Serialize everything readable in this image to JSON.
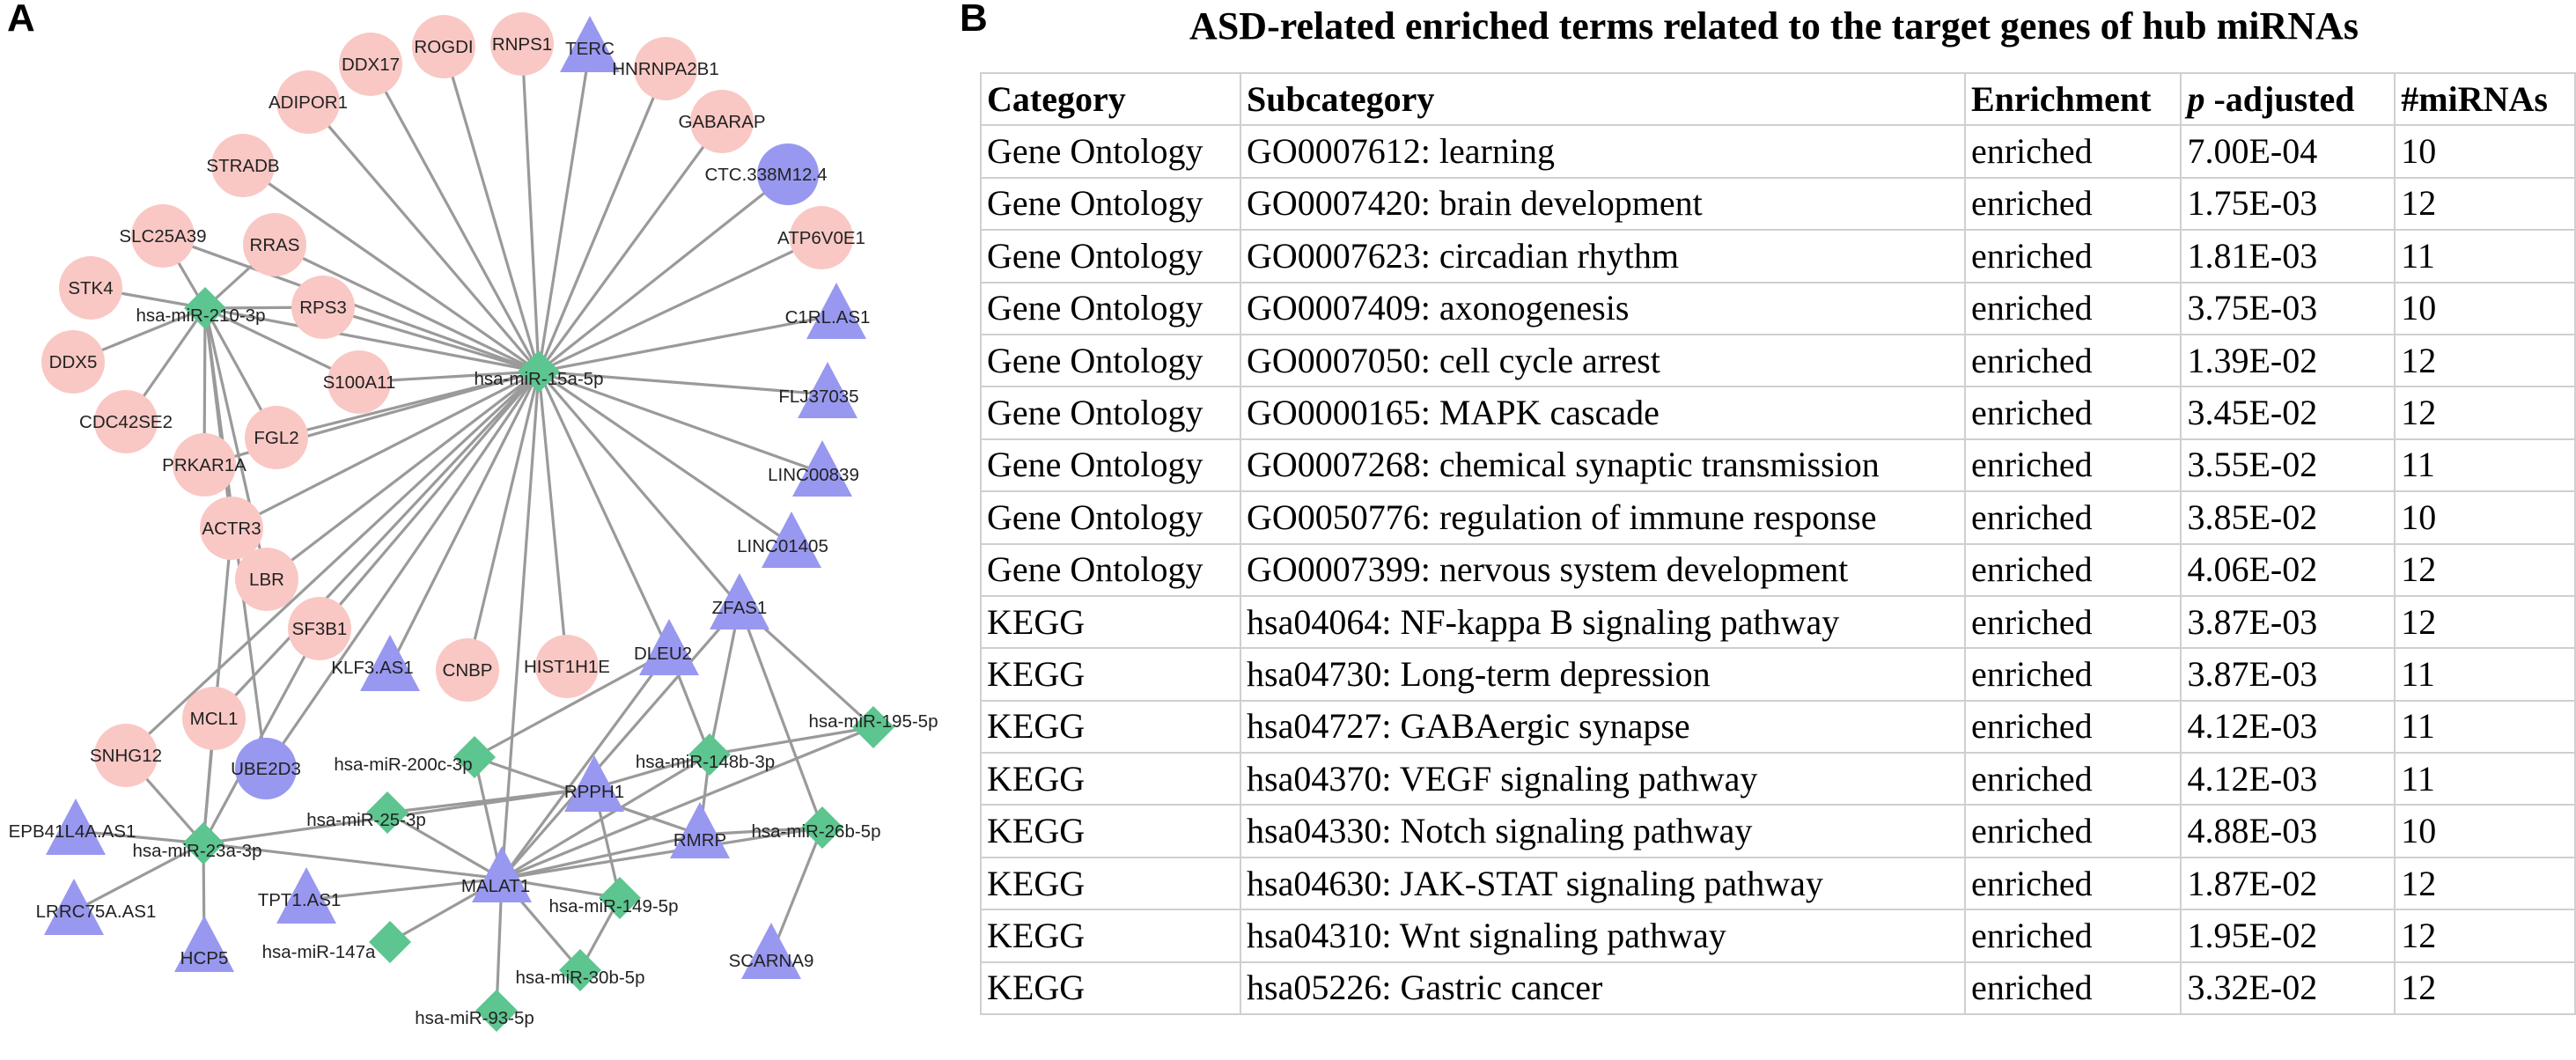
{
  "panel_a": {
    "letter": "A"
  },
  "panel_b": {
    "letter": "B",
    "title": "ASD-related enriched terms related to the target genes of hub miRNAs"
  },
  "colors": {
    "mrna": "#f9c8c4",
    "lncrna": "#9898f0",
    "mirna": "#5dc58f",
    "edge": "#9a9a9a"
  },
  "network": {
    "nodes": [
      {
        "id": "DDX17",
        "shape": "circle",
        "color": "mrna",
        "label": "DDX17"
      },
      {
        "id": "ROGDI",
        "shape": "circle",
        "color": "mrna",
        "label": "ROGDI"
      },
      {
        "id": "RNPS1",
        "shape": "circle",
        "color": "mrna",
        "label": "RNPS1"
      },
      {
        "id": "TERC",
        "shape": "triangle",
        "color": "lncrna",
        "label": "TERC"
      },
      {
        "id": "HNRNPA2B1",
        "shape": "circle",
        "color": "mrna",
        "label": "HNRNPA2B1"
      },
      {
        "id": "ADIPOR1",
        "shape": "circle",
        "color": "mrna",
        "label": "ADIPOR1"
      },
      {
        "id": "GABARAP",
        "shape": "circle",
        "color": "mrna",
        "label": "GABARAP"
      },
      {
        "id": "CTC338M12.4",
        "shape": "circle",
        "color": "lncrna",
        "label": "CTC.338M12.4"
      },
      {
        "id": "STRADB",
        "shape": "circle",
        "color": "mrna",
        "label": "STRADB"
      },
      {
        "id": "ATP6V0E1",
        "shape": "circle",
        "color": "mrna",
        "label": "ATP6V0E1"
      },
      {
        "id": "SLC25A39",
        "shape": "circle",
        "color": "mrna",
        "label": "SLC25A39"
      },
      {
        "id": "RRAS",
        "shape": "circle",
        "color": "mrna",
        "label": "RRAS"
      },
      {
        "id": "STK4",
        "shape": "circle",
        "color": "mrna",
        "label": "STK4"
      },
      {
        "id": "RPS3",
        "shape": "circle",
        "color": "mrna",
        "label": "RPS3"
      },
      {
        "id": "C1RLAS1",
        "shape": "triangle",
        "color": "lncrna",
        "label": "C1RL.AS1"
      },
      {
        "id": "miR210",
        "shape": "diamond",
        "color": "mirna",
        "label": "hsa-miR-210-3p"
      },
      {
        "id": "miR15a",
        "shape": "diamond",
        "color": "mirna",
        "label": "hsa-miR-15a-5p"
      },
      {
        "id": "DDX5",
        "shape": "circle",
        "color": "mrna",
        "label": "DDX5"
      },
      {
        "id": "S100A11",
        "shape": "circle",
        "color": "mrna",
        "label": "S100A11"
      },
      {
        "id": "FLJ37035",
        "shape": "triangle",
        "color": "lncrna",
        "label": "FLJ37035"
      },
      {
        "id": "CDC42SE2",
        "shape": "circle",
        "color": "mrna",
        "label": "CDC42SE2"
      },
      {
        "id": "FGL2",
        "shape": "circle",
        "color": "mrna",
        "label": "FGL2"
      },
      {
        "id": "PRKAR1A",
        "shape": "circle",
        "color": "mrna",
        "label": "PRKAR1A"
      },
      {
        "id": "LINC00839",
        "shape": "triangle",
        "color": "lncrna",
        "label": "LINC00839"
      },
      {
        "id": "ACTR3",
        "shape": "circle",
        "color": "mrna",
        "label": "ACTR3"
      },
      {
        "id": "LINC01405",
        "shape": "triangle",
        "color": "lncrna",
        "label": "LINC01405"
      },
      {
        "id": "LBR",
        "shape": "circle",
        "color": "mrna",
        "label": "LBR"
      },
      {
        "id": "ZFAS1",
        "shape": "triangle",
        "color": "lncrna",
        "label": "ZFAS1"
      },
      {
        "id": "SF3B1",
        "shape": "circle",
        "color": "mrna",
        "label": "SF3B1"
      },
      {
        "id": "KLF3AS1",
        "shape": "triangle",
        "color": "lncrna",
        "label": "KLF3.AS1"
      },
      {
        "id": "CNBP",
        "shape": "circle",
        "color": "mrna",
        "label": "CNBP"
      },
      {
        "id": "HIST1H1E",
        "shape": "circle",
        "color": "mrna",
        "label": "HIST1H1E"
      },
      {
        "id": "DLEU2",
        "shape": "triangle",
        "color": "lncrna",
        "label": "DLEU2"
      },
      {
        "id": "MCL1",
        "shape": "circle",
        "color": "mrna",
        "label": "MCL1"
      },
      {
        "id": "SNHG12",
        "shape": "circle",
        "color": "mrna",
        "label": "SNHG12"
      },
      {
        "id": "UBE2D3",
        "shape": "circle",
        "color": "lncrna",
        "label": "UBE2D3"
      },
      {
        "id": "miR200c",
        "shape": "diamond",
        "color": "mirna",
        "label": "hsa-miR-200c-3p"
      },
      {
        "id": "miR148b",
        "shape": "diamond",
        "color": "mirna",
        "label": "hsa-miR-148b-3p"
      },
      {
        "id": "miR195",
        "shape": "diamond",
        "color": "mirna",
        "label": "hsa-miR-195-5p"
      },
      {
        "id": "RPPH1",
        "shape": "triangle",
        "color": "lncrna",
        "label": "RPPH1"
      },
      {
        "id": "miR25",
        "shape": "diamond",
        "color": "mirna",
        "label": "hsa-miR-25-3p"
      },
      {
        "id": "EPB41L4AAS1",
        "shape": "triangle",
        "color": "lncrna",
        "label": "EPB41L4A.AS1"
      },
      {
        "id": "miR26b",
        "shape": "diamond",
        "color": "mirna",
        "label": "hsa-miR-26b-5p"
      },
      {
        "id": "miR23a",
        "shape": "diamond",
        "color": "mirna",
        "label": "hsa-miR-23a-3p"
      },
      {
        "id": "RMRP",
        "shape": "triangle",
        "color": "lncrna",
        "label": "RMRP"
      },
      {
        "id": "MALAT1",
        "shape": "triangle",
        "color": "lncrna",
        "label": "MALAT1"
      },
      {
        "id": "LRRC75AAS1",
        "shape": "triangle",
        "color": "lncrna",
        "label": "LRRC75A.AS1"
      },
      {
        "id": "TPT1AS1",
        "shape": "triangle",
        "color": "lncrna",
        "label": "TPT1.AS1"
      },
      {
        "id": "miR149",
        "shape": "diamond",
        "color": "mirna",
        "label": "hsa-miR-149-5p"
      },
      {
        "id": "HCP5",
        "shape": "triangle",
        "color": "lncrna",
        "label": "HCP5"
      },
      {
        "id": "miR147a",
        "shape": "diamond",
        "color": "mirna",
        "label": "hsa-miR-147a"
      },
      {
        "id": "SCARNA9",
        "shape": "triangle",
        "color": "lncrna",
        "label": "SCARNA9"
      },
      {
        "id": "miR30b",
        "shape": "diamond",
        "color": "mirna",
        "label": "hsa-miR-30b-5p"
      },
      {
        "id": "miR93",
        "shape": "diamond",
        "color": "mirna",
        "label": "hsa-miR-93-5p"
      }
    ],
    "edges": [
      [
        "miR15a",
        "DDX17"
      ],
      [
        "miR15a",
        "ROGDI"
      ],
      [
        "miR15a",
        "RNPS1"
      ],
      [
        "miR15a",
        "TERC"
      ],
      [
        "miR15a",
        "HNRNPA2B1"
      ],
      [
        "miR15a",
        "ADIPOR1"
      ],
      [
        "miR15a",
        "GABARAP"
      ],
      [
        "miR15a",
        "CTC338M12.4"
      ],
      [
        "miR15a",
        "STRADB"
      ],
      [
        "miR15a",
        "ATP6V0E1"
      ],
      [
        "miR15a",
        "SLC25A39"
      ],
      [
        "miR15a",
        "RRAS"
      ],
      [
        "miR15a",
        "RPS3"
      ],
      [
        "miR15a",
        "C1RLAS1"
      ],
      [
        "miR15a",
        "miR210"
      ],
      [
        "miR15a",
        "S100A11"
      ],
      [
        "miR15a",
        "FLJ37035"
      ],
      [
        "miR15a",
        "FGL2"
      ],
      [
        "miR15a",
        "PRKAR1A"
      ],
      [
        "miR15a",
        "LINC00839"
      ],
      [
        "miR15a",
        "ACTR3"
      ],
      [
        "miR15a",
        "LINC01405"
      ],
      [
        "miR15a",
        "LBR"
      ],
      [
        "miR15a",
        "ZFAS1"
      ],
      [
        "miR15a",
        "SF3B1"
      ],
      [
        "miR15a",
        "KLF3AS1"
      ],
      [
        "miR15a",
        "CNBP"
      ],
      [
        "miR15a",
        "HIST1H1E"
      ],
      [
        "miR15a",
        "DLEU2"
      ],
      [
        "miR15a",
        "MCL1"
      ],
      [
        "miR15a",
        "SNHG12"
      ],
      [
        "miR15a",
        "UBE2D3"
      ],
      [
        "miR15a",
        "MALAT1"
      ],
      [
        "miR210",
        "SLC25A39"
      ],
      [
        "miR210",
        "RRAS"
      ],
      [
        "miR210",
        "STK4"
      ],
      [
        "miR210",
        "RPS3"
      ],
      [
        "miR210",
        "DDX5"
      ],
      [
        "miR210",
        "S100A11"
      ],
      [
        "miR210",
        "CDC42SE2"
      ],
      [
        "miR210",
        "FGL2"
      ],
      [
        "miR210",
        "PRKAR1A"
      ],
      [
        "miR210",
        "ACTR3"
      ],
      [
        "miR210",
        "LBR"
      ],
      [
        "miR210",
        "UBE2D3"
      ],
      [
        "miR23a",
        "EPB41L4AAS1"
      ],
      [
        "miR23a",
        "LRRC75AAS1"
      ],
      [
        "miR23a",
        "HCP5"
      ],
      [
        "miR23a",
        "MALAT1"
      ],
      [
        "miR23a",
        "SNHG12"
      ],
      [
        "miR23a",
        "MCL1"
      ],
      [
        "miR23a",
        "SF3B1"
      ],
      [
        "miR23a",
        "RPPH1"
      ],
      [
        "miR23a",
        "ACTR3"
      ],
      [
        "MALAT1",
        "miR200c"
      ],
      [
        "MALAT1",
        "miR25"
      ],
      [
        "MALAT1",
        "miR148b"
      ],
      [
        "MALAT1",
        "miR195"
      ],
      [
        "MALAT1",
        "miR26b"
      ],
      [
        "MALAT1",
        "miR149"
      ],
      [
        "MALAT1",
        "miR147a"
      ],
      [
        "MALAT1",
        "miR30b"
      ],
      [
        "MALAT1",
        "miR93"
      ],
      [
        "MALAT1",
        "TPT1AS1"
      ],
      [
        "MALAT1",
        "RMRP"
      ],
      [
        "MALAT1",
        "DLEU2"
      ],
      [
        "MALAT1",
        "ZFAS1"
      ],
      [
        "ZFAS1",
        "miR148b"
      ],
      [
        "ZFAS1",
        "miR26b"
      ],
      [
        "ZFAS1",
        "miR195"
      ],
      [
        "DLEU2",
        "miR148b"
      ],
      [
        "DLEU2",
        "miR200c"
      ],
      [
        "miR148b",
        "RPPH1"
      ],
      [
        "miR148b",
        "RMRP"
      ],
      [
        "miR148b",
        "miR195"
      ],
      [
        "miR26b",
        "RMRP"
      ],
      [
        "miR26b",
        "SCARNA9"
      ],
      [
        "miR200c",
        "RMRP"
      ],
      [
        "RPPH1",
        "miR149"
      ],
      [
        "RPPH1",
        "miR25"
      ],
      [
        "miR149",
        "miR30b"
      ]
    ]
  },
  "table": {
    "headers": [
      "Category",
      "Subcategory",
      "Enrichment",
      "p",
      " -adjusted",
      "#miRNAs"
    ],
    "rows": [
      {
        "category": "Gene Ontology",
        "id": "GO0007612",
        "term": ": learning",
        "enrichment": "enriched",
        "padj": "7.00E-04",
        "n": "10"
      },
      {
        "category": "Gene Ontology",
        "id": "GO0007420",
        "term": ": brain development",
        "enrichment": "enriched",
        "padj": "1.75E-03",
        "n": "12"
      },
      {
        "category": "Gene Ontology",
        "id": "GO0007623",
        "term": ": circadian rhythm",
        "enrichment": "enriched",
        "padj": "1.81E-03",
        "n": "11"
      },
      {
        "category": "Gene Ontology",
        "id": "GO0007409",
        "term": ": axonogenesis",
        "enrichment": "enriched",
        "padj": "3.75E-03",
        "n": "10"
      },
      {
        "category": "Gene Ontology",
        "id": "GO0007050",
        "term": ": cell cycle arrest",
        "enrichment": "enriched",
        "padj": "1.39E-02",
        "n": "12"
      },
      {
        "category": "Gene Ontology",
        "id": "GO0000165",
        "term": ": MAPK cascade",
        "enrichment": "enriched",
        "padj": "3.45E-02",
        "n": "12"
      },
      {
        "category": "Gene Ontology",
        "id": "GO0007268",
        "term": ": chemical synaptic transmission",
        "enrichment": "enriched",
        "padj": "3.55E-02",
        "n": "11"
      },
      {
        "category": "Gene Ontology",
        "id": "GO0050776",
        "term": ": regulation of immune response",
        "enrichment": "enriched",
        "padj": "3.85E-02",
        "n": "10"
      },
      {
        "category": "Gene Ontology",
        "id": "GO0007399",
        "term": ": nervous system development",
        "enrichment": "enriched",
        "padj": "4.06E-02",
        "n": "12"
      },
      {
        "category": "KEGG",
        "id": "hsa04064",
        "term": ": NF-kappa B signaling pathway",
        "enrichment": "enriched",
        "padj": "3.87E-03",
        "n": "12"
      },
      {
        "category": "KEGG",
        "id": "hsa04730",
        "term": ": Long-term depression",
        "enrichment": "enriched",
        "padj": "3.87E-03",
        "n": "11"
      },
      {
        "category": "KEGG",
        "id": "hsa04727",
        "term": ": GABAergic synapse",
        "enrichment": "enriched",
        "padj": "4.12E-03",
        "n": "11"
      },
      {
        "category": "KEGG",
        "id": "hsa04370",
        "term": ": VEGF signaling pathway",
        "enrichment": "enriched",
        "padj": "4.12E-03",
        "n": "11"
      },
      {
        "category": "KEGG",
        "id": "hsa04330",
        "term": ": Notch signaling pathway",
        "enrichment": "enriched",
        "padj": "4.88E-03",
        "n": "10"
      },
      {
        "category": "KEGG",
        "id": "hsa04630",
        "term": ": JAK-STAT signaling pathway",
        "enrichment": "enriched",
        "padj": "1.87E-02",
        "n": "12"
      },
      {
        "category": "KEGG",
        "id": "hsa04310",
        "term": ": Wnt signaling pathway",
        "enrichment": "enriched",
        "padj": "1.95E-02",
        "n": "12"
      },
      {
        "category": "KEGG",
        "id": "hsa05226",
        "term": ": Gastric cancer",
        "enrichment": "enriched",
        "padj": "3.32E-02",
        "n": "12"
      }
    ]
  }
}
